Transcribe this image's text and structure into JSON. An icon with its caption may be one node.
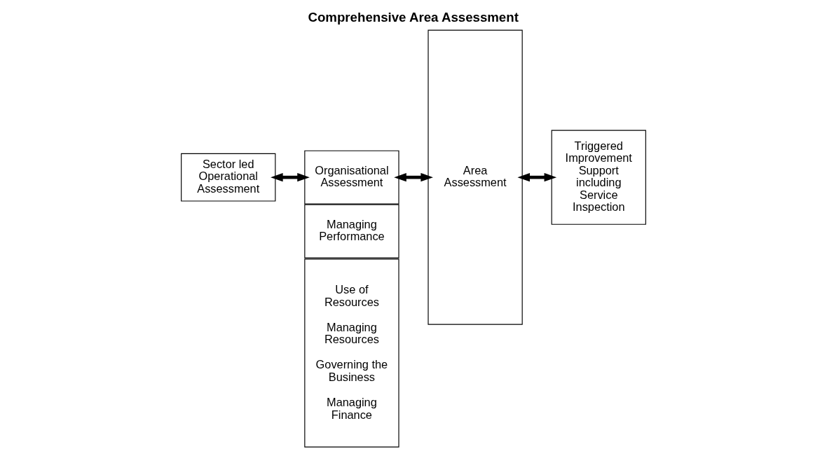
{
  "diagram": {
    "title": "Comprehensive Area Assessment",
    "nodes": [
      {
        "text": [
          "Sector led Operational Assessment"
        ]
      },
      {
        "text": [
          "Organisational Assessment"
        ]
      },
      {
        "text": [
          "Managing Performance"
        ]
      },
      {
        "text": [
          "Use of Resources",
          "Managing Resources",
          "Governing the Business",
          "Managing Finance"
        ]
      },
      {
        "text": [
          "Area Assessment"
        ]
      },
      {
        "text": [
          "Triggered Improvement Support including Service Inspection"
        ]
      }
    ],
    "edges": [
      {
        "from": 0,
        "to": 1,
        "arrow": "both"
      },
      {
        "from": 1,
        "to": 4,
        "arrow": "both"
      },
      {
        "from": 4,
        "to": 5,
        "arrow": "both"
      }
    ]
  }
}
